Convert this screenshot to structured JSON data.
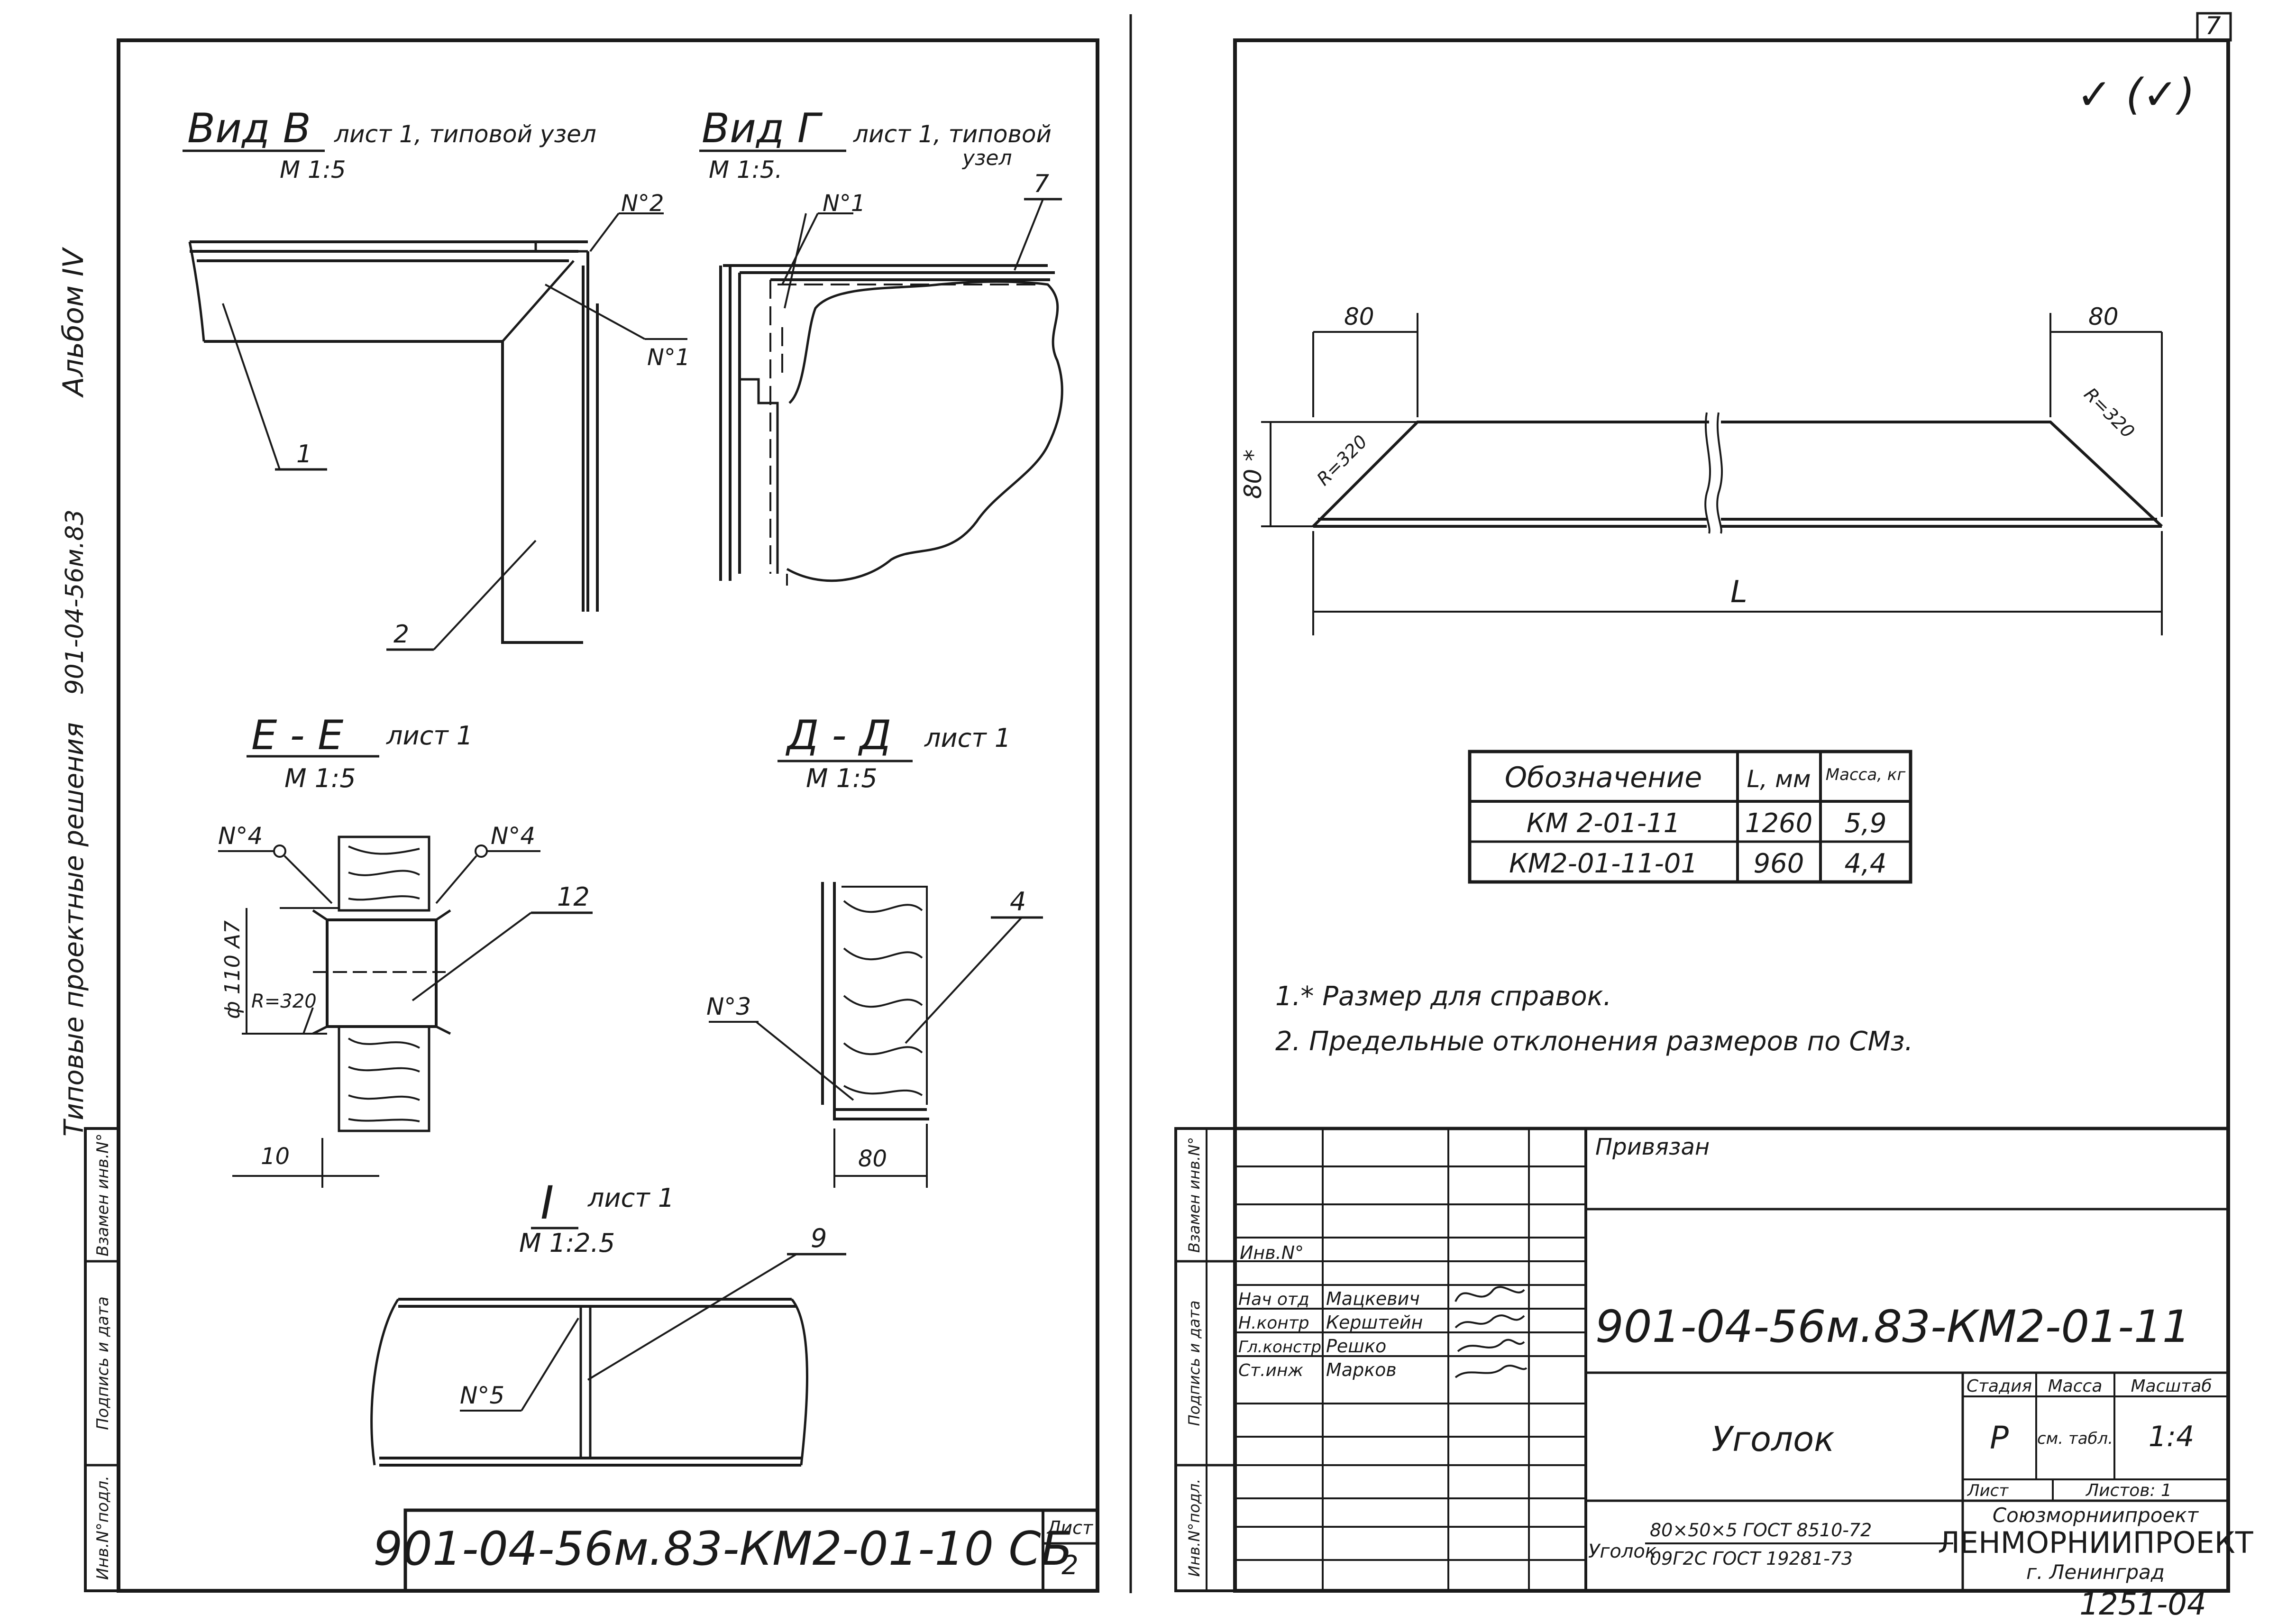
{
  "corner_number": "7",
  "spine": {
    "album": "Альбом IV",
    "series": "901-04-56м.83",
    "title": "Типовые проектные решения"
  },
  "left_margin_labels": [
    "Инв.N°подл.",
    "Подпись и дата",
    "Взамен инв.N°"
  ],
  "left_sheet": {
    "view_b": {
      "title": "Вид В",
      "note": "лист 1, типовой узел",
      "scale": "М 1:5",
      "labels": [
        "N°2",
        "N°1",
        "1",
        "2"
      ]
    },
    "view_g": {
      "title": "Вид Г",
      "note": "лист 1, типовой",
      "note2": "узел",
      "scale": "М 1:5.",
      "labels": [
        "N°1",
        "7"
      ]
    },
    "section_ee": {
      "title": "Е - Е",
      "note": "лист 1",
      "scale": "М 1:5",
      "labels": [
        "N°4",
        "N°4",
        "12",
        "ф 110 А7",
        "R=320",
        "10"
      ]
    },
    "section_dd": {
      "title": "Д - Д",
      "note": "лист 1",
      "scale": "М 1:5",
      "labels": [
        "4",
        "N°3",
        "80"
      ]
    },
    "detail_i": {
      "title": "I",
      "note": "лист 1",
      "scale": "М 1:2.5",
      "labels": [
        "9",
        "N°5"
      ]
    },
    "stamp": {
      "code": "901-04-56м.83-КМ2-01-10 СБ",
      "sheet_label": "Лист",
      "sheet_no": "2"
    }
  },
  "right_sheet": {
    "checkmark": "✓ (✓)",
    "drawing": {
      "dim_left": "80",
      "dim_right": "80",
      "height": "80 *",
      "radius_left": "R=320",
      "radius_right": "R=320",
      "length": "L"
    },
    "table": {
      "headers": [
        "Обозначение",
        "L, мм",
        "Масса, кг"
      ],
      "rows": [
        [
          "КМ 2-01-11",
          "1260",
          "5,9"
        ],
        [
          "КМ2-01-11-01",
          "960",
          "4,4"
        ]
      ]
    },
    "notes": [
      "1.* Размер для справок.",
      "2. Предельные отклонения размеров по СМз."
    ],
    "title_block": {
      "privyazan": "Привязан",
      "inv_label": "Инв.N°",
      "staff": [
        {
          "role": "Нач отд",
          "name": "Мацкевич"
        },
        {
          "role": "Н.контр",
          "name": "Керштейн"
        },
        {
          "role": "Гл.констр",
          "name": "Решко"
        },
        {
          "role": "Ст.инж",
          "name": "Марков"
        }
      ],
      "code": "901-04-56м.83-КМ2-01-11",
      "stage_label": "Стадия",
      "mass_label": "Масса",
      "scale_label": "Масштаб",
      "stage": "Р",
      "mass": "см. табл.",
      "scale": "1:4",
      "name": "Уголок",
      "list_label": "Лист",
      "sheets_label": "Листов: 1",
      "material_label": "Уголок",
      "material_line1": "80×50×5 ГОСТ 8510-72",
      "material_line2": "09Г2С ГОСТ 19281-73",
      "org1": "Союзморниипроект",
      "org2": "ЛЕНМОРНИИПРОЕКТ",
      "city": "г. Ленинград"
    },
    "archive_no": "1251-04"
  }
}
